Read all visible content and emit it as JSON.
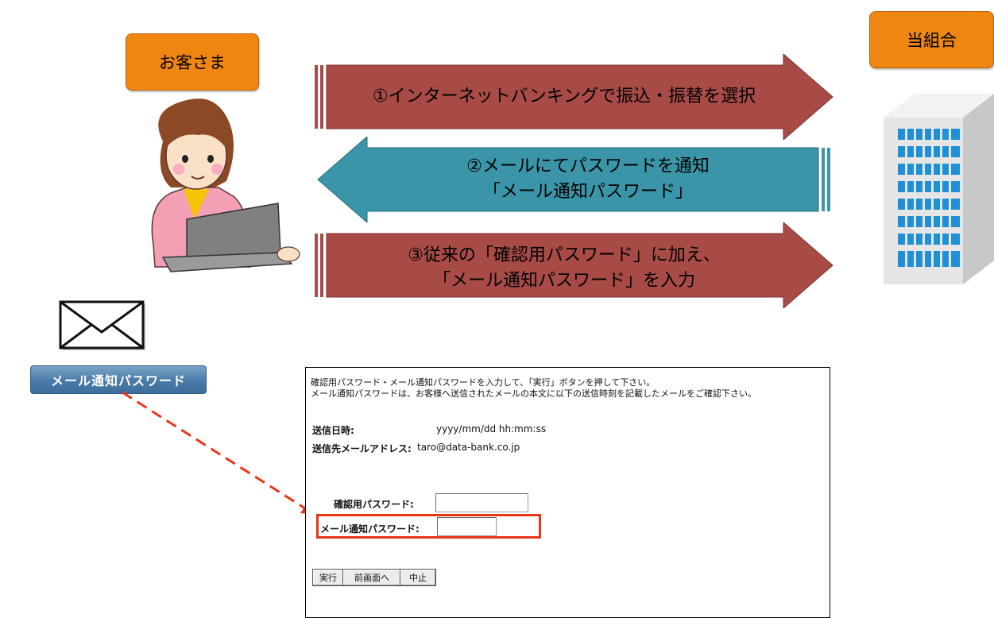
{
  "customer_label": "お客さま",
  "union_label": "当組合",
  "steps": [
    {
      "lines": [
        "①インターネットバンキングで振込・振替を選択"
      ]
    },
    {
      "lines": [
        "②メールにてパスワードを通知",
        "「メール通知パスワード」"
      ]
    },
    {
      "lines": [
        "③従来の「確認用パスワード」に加え、",
        "「メール通知パスワード」を入力"
      ]
    }
  ],
  "mail_badge": "メール通知パスワード",
  "form": {
    "instruction_1": "確認用パスワード・メール通知パスワードを入力して、「実行」ボタンを押して下さい。",
    "instruction_2": "メール通知パスワードは、お客様へ送信されたメールの本文に以下の送信時刻を記載したメールをご確認下さい。",
    "sent_label": "送信日時:",
    "sent_value": "yyyy/mm/dd hh:mm:ss",
    "address_label": "送信先メールアドレス:",
    "address_value": "taro@data-bank.co.jp",
    "confirm_label": "確認用パスワード:",
    "notify_label": "メール通知パスワード:",
    "buttons": {
      "execute": "実行",
      "back": "前画面へ",
      "cancel": "中止"
    }
  },
  "colors": {
    "red_arrow": "#a84b47",
    "teal_arrow": "#3a95a8",
    "label_orange": "#ef8612",
    "highlight_red": "#e8351a"
  },
  "icons": [
    "woman-with-laptop-icon",
    "building-icon",
    "envelope-icon"
  ]
}
